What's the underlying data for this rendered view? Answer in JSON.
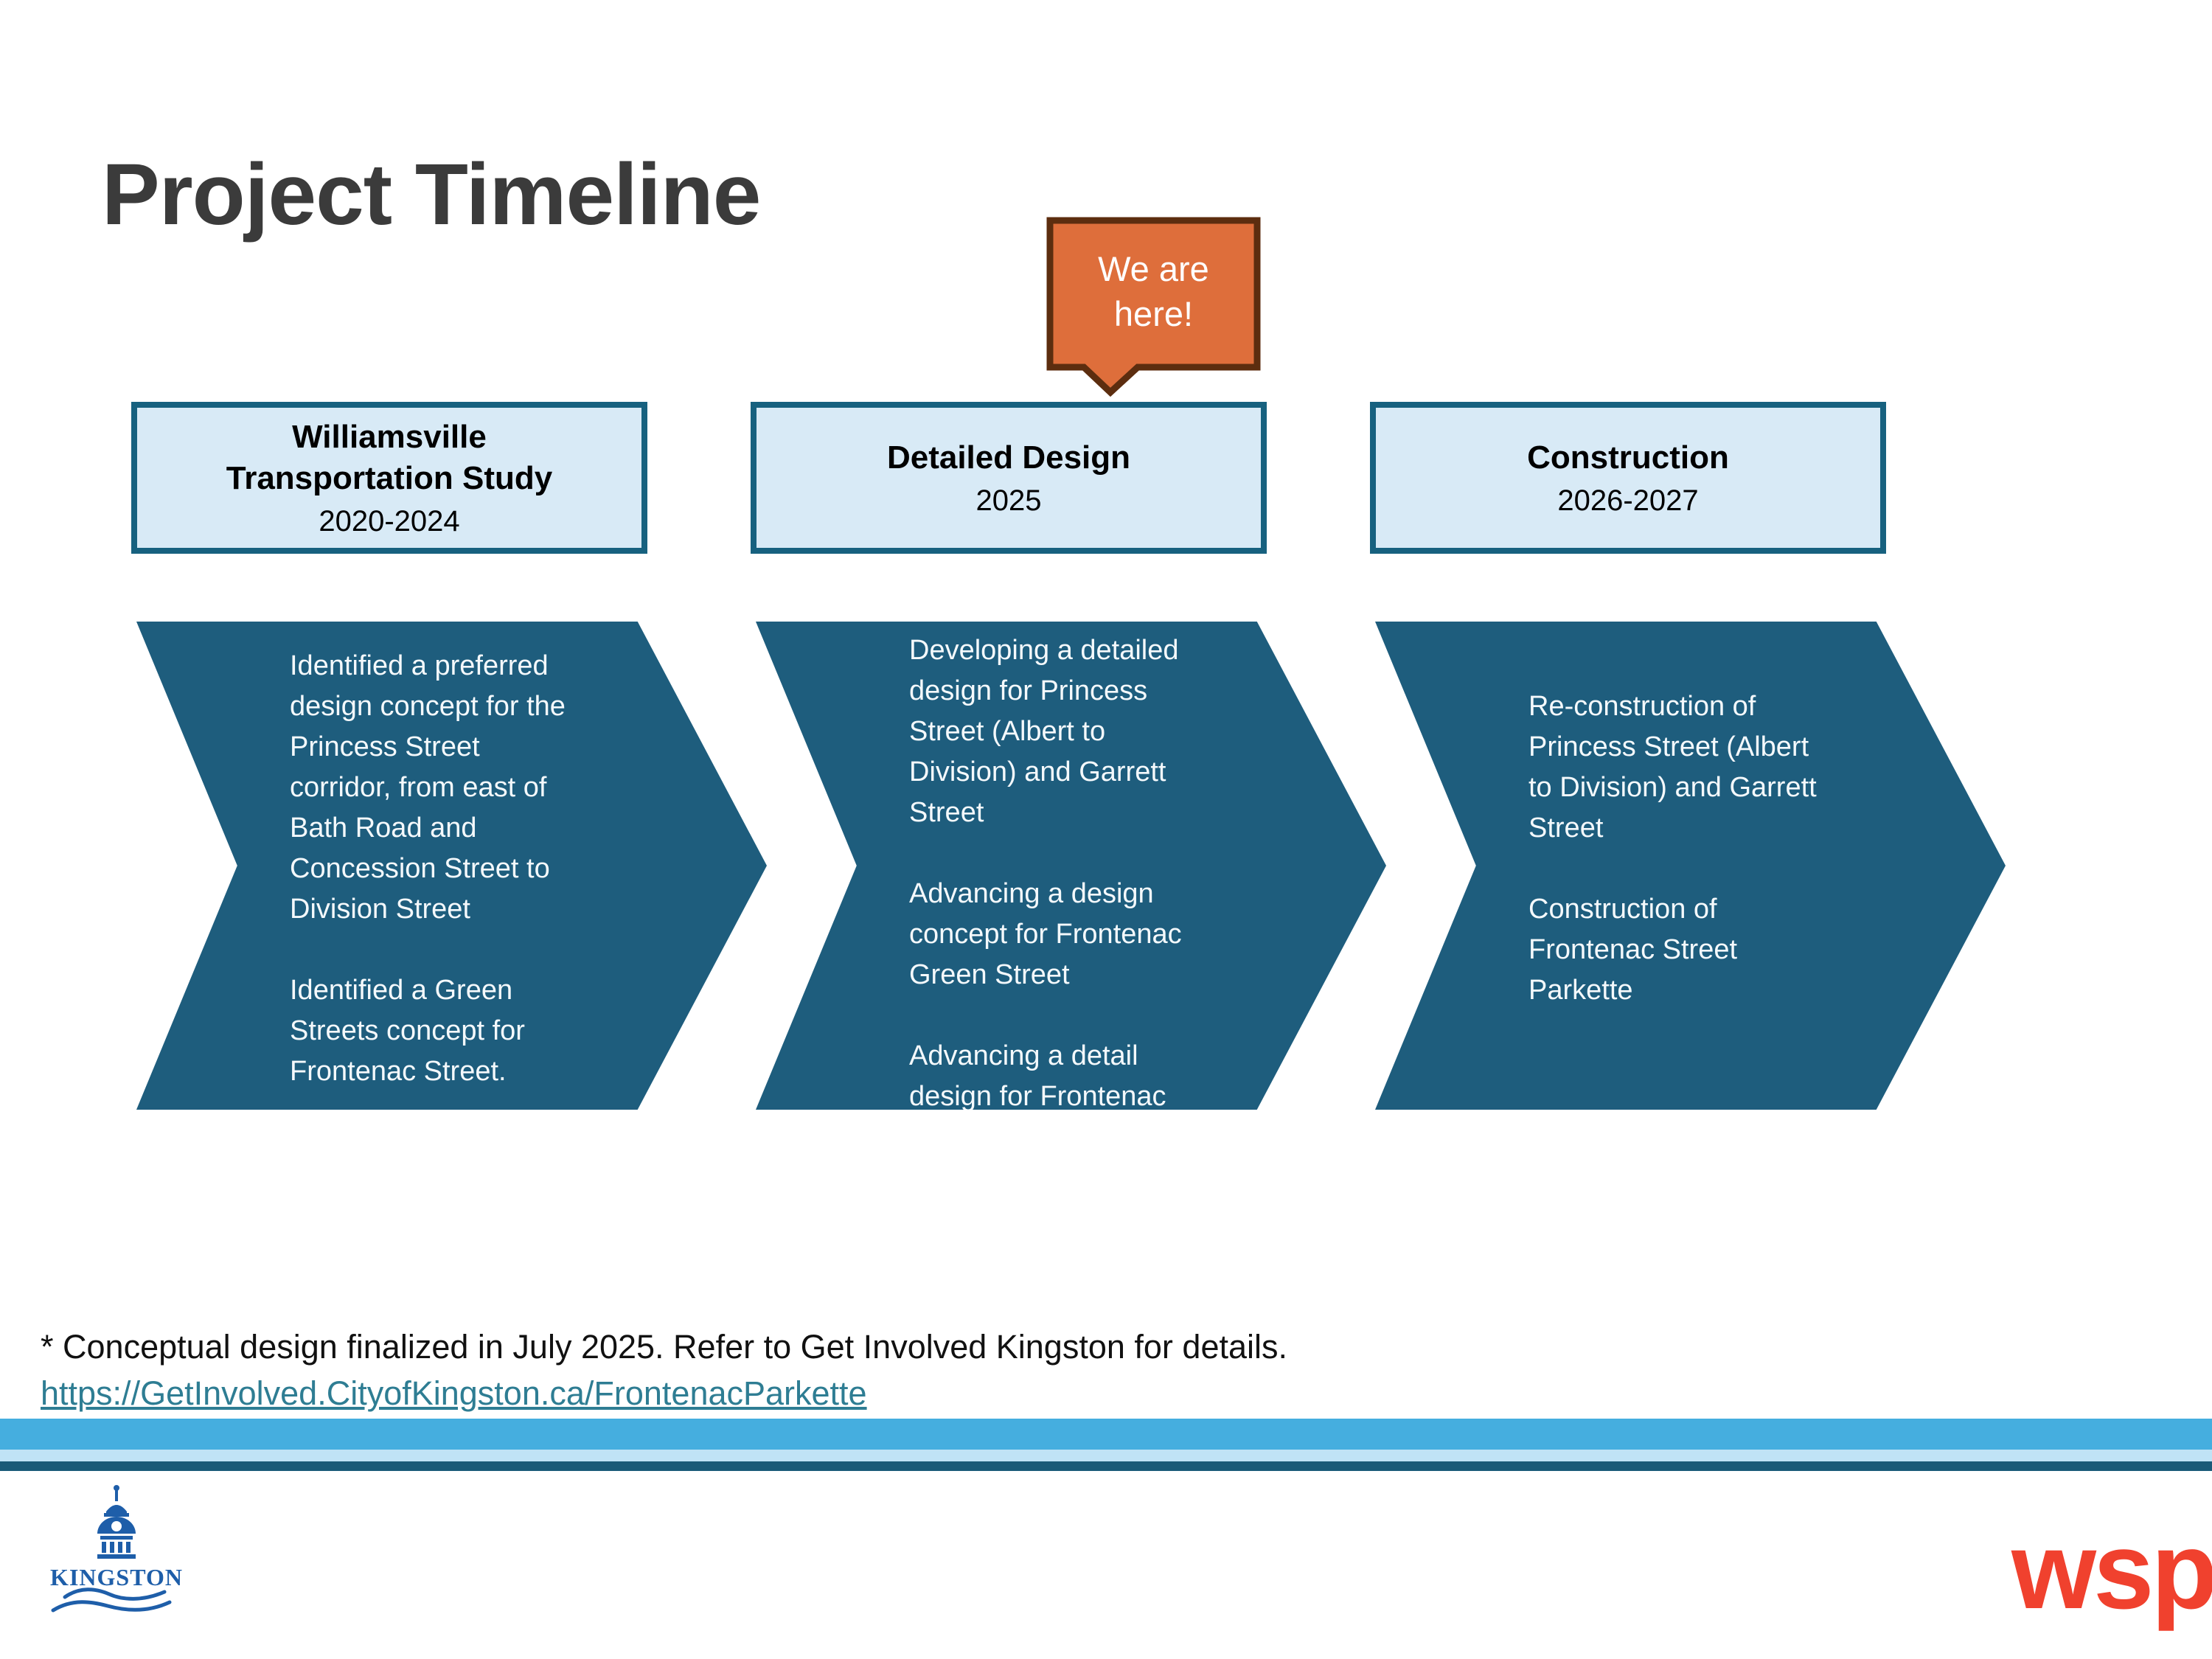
{
  "title": "Project Timeline",
  "callout": {
    "text": "We are\nhere!"
  },
  "phases": [
    {
      "header_title": "Williamsville\nTransportation Study",
      "years": "2020-2024",
      "details": [
        "Identified a preferred\ndesign concept for the\nPrincess Street\ncorridor, from east of\nBath Road and\nConcession Street to\nDivision Street",
        "Identified a Green\nStreets concept for\nFrontenac Street."
      ]
    },
    {
      "header_title": "Detailed Design",
      "years": "2025",
      "details": [
        "Developing a detailed\ndesign for Princess\nStreet (Albert to\nDivision) and Garrett\nStreet",
        "Advancing a design\nconcept for Frontenac\nGreen Street",
        "Advancing a detail\ndesign for Frontenac\nStreet Parkette*"
      ]
    },
    {
      "header_title": "Construction",
      "years": "2026-2027",
      "details": [
        "Re-construction of\nPrincess Street (Albert\nto Division) and Garrett\nStreet",
        "Construction of\nFrontenac Street\nParkette"
      ]
    }
  ],
  "footnote": {
    "text": "* Conceptual design finalized in July 2025. Refer to Get Involved Kingston for details.",
    "link_text": "https://GetInvolved.CityofKingston.ca/FrontenacParkette"
  },
  "logos": {
    "kingston": "KINGSTON",
    "wsp": "wsp"
  },
  "colors": {
    "title_gray": "#3b3b3b",
    "arrow_teal": "#1e5d7d",
    "box_fill": "#d8eaf6",
    "box_border": "#17617f",
    "callout_fill": "#de6e3b",
    "callout_border": "#5c2d0f",
    "stripe_mid_blue": "#45aedf",
    "stripe_light_blue": "#c0e3f6",
    "stripe_dark_teal": "#1a5a78",
    "link_teal": "#2e7d93",
    "kingston_blue": "#1e5ea9",
    "wsp_red": "#f0412e"
  }
}
